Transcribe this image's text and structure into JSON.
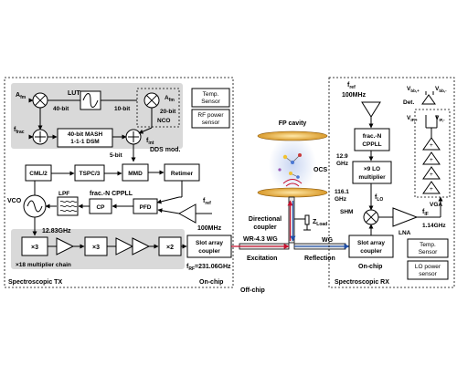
{
  "tx": {
    "a_fm": "A",
    "a_fm_sub": "fm",
    "lut": "LUT",
    "bits40": "40-bit",
    "bits10": "10-bit",
    "a_fm2": "A",
    "a_fm2_sub": "fm",
    "bits20": "20-bit",
    "nco": "NCO",
    "f_frac": "f",
    "f_frac_sub": "frac",
    "mash_line1": "40-bit MASH",
    "mash_line2": "1-1-1 DSM",
    "f_int": "f",
    "f_int_sub": "int",
    "dds_mod": "DDS mod.",
    "bits5": "5-bit",
    "cml": "CML/2",
    "tspc": "TSPC/3",
    "mmd": "MMD",
    "retimer": "Retimer",
    "vco": "VCO",
    "lpf": "LPF",
    "fracn": "frac.-N CPPLL",
    "cp": "CP",
    "pfd": "PFD",
    "f_ref": "f",
    "f_ref_sub": "ref",
    "ref_freq": "100MHz",
    "vco_freq": "12.83GHz",
    "x3a": "×3",
    "x3b": "×3",
    "x2": "×2",
    "chain": "×18 multiplier chain",
    "slot": "Slot array\ncoupler",
    "f_rf": "f",
    "f_rf_sub": "RF",
    "f_rf_val": "=231.06GHz",
    "title": "Spectroscopic TX",
    "onchip": "On-chip",
    "temp_l1": "Temp.",
    "temp_l2": "Sensor",
    "rf_l1": "RF power",
    "rf_l2": "sensor"
  },
  "middle": {
    "offchip": "Off-chip",
    "fp_cavity": "FP cavity",
    "ocs": "OCS",
    "dir_l1": "Directional",
    "dir_l2": "coupler",
    "zload": "Z",
    "zload_sub": "Load",
    "wr": "WR-4.3 WG",
    "wg": "WG",
    "excitation": "Excitation",
    "reflection": "Reflection"
  },
  "rx": {
    "f_ref": "f",
    "f_ref_sub": "ref",
    "ref_freq": "100MHz",
    "fracn_l1": "frac.-N",
    "fracn_l2": "CPPLL",
    "f129_l1": "12.9",
    "f129_l2": "GHz",
    "lo_l1": "×9 LO",
    "lo_l2": "multiplier",
    "f1161_l1": "116.1",
    "f1161_l2": "GHz",
    "f_lo": "f",
    "f_lo_sub": "LO",
    "shm": "SHM",
    "lna": "LNA",
    "f_if": "f",
    "f_if_sub": "IF",
    "if_freq": "1.14GHz",
    "slot_l1": "Slot array",
    "slot_l2": "coupler",
    "onchip": "On-chip",
    "det": "Det.",
    "vbb_plus": "V",
    "vbb_plus_sub": "bb,+",
    "vbb_minus": "V",
    "vbb_minus_sub": "bb,-",
    "vif_plus": "V",
    "vif_plus_sub": "IF,+",
    "vif_minus": "V",
    "vif_minus_sub": "IF,-",
    "vga": "VGA",
    "temp_l1": "Temp.",
    "temp_l2": "Sensor",
    "lo_pwr_l1": "LO power",
    "lo_pwr_l2": "sensor",
    "title": "Spectroscopic RX"
  },
  "colors": {
    "rf_red": "#c8102e",
    "rf_blue": "#1f4fa8",
    "gray_region": "#d9d9d9",
    "cavity_gold": "#e8b84a"
  }
}
